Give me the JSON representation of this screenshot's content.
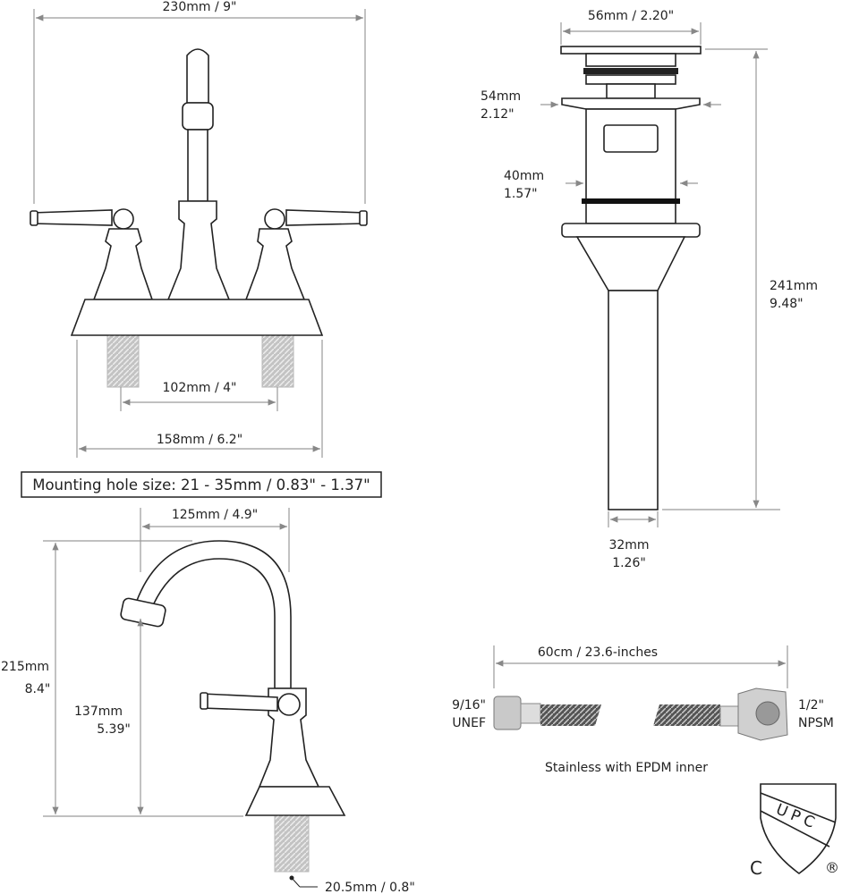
{
  "faucet_front": {
    "overall_width": "230mm / 9\"",
    "hole_spacing": "102mm / 4\"",
    "base_width": "158mm / 6.2\""
  },
  "mounting_note": "Mounting hole size: 21 - 35mm / 0.83\" - 1.37\"",
  "faucet_side": {
    "spout_reach": "125mm / 4.9\"",
    "height_mm": "215mm",
    "height_in": "8.4\"",
    "spout_height_mm": "137mm",
    "spout_height_in": "5.39\"",
    "shank_diameter": "20.5mm / 0.8\""
  },
  "drain": {
    "cap_width": "56mm / 2.20\"",
    "flange_mm": "54mm",
    "flange_in": "2.12\"",
    "body_mm": "40mm",
    "body_in": "1.57\"",
    "length_mm": "241mm",
    "length_in": "9.48\"",
    "tail_mm": "32mm",
    "tail_in": "1.26\""
  },
  "hose": {
    "length": "60cm / 23.6-inches",
    "left_size": "9/16\"",
    "left_thread": "UNEF",
    "right_size": "1/2\"",
    "right_thread": "NPSM",
    "material": "Stainless with EPDM inner"
  },
  "certification": {
    "logo_text": "UPC",
    "c_mark": "C",
    "registered": "®"
  }
}
